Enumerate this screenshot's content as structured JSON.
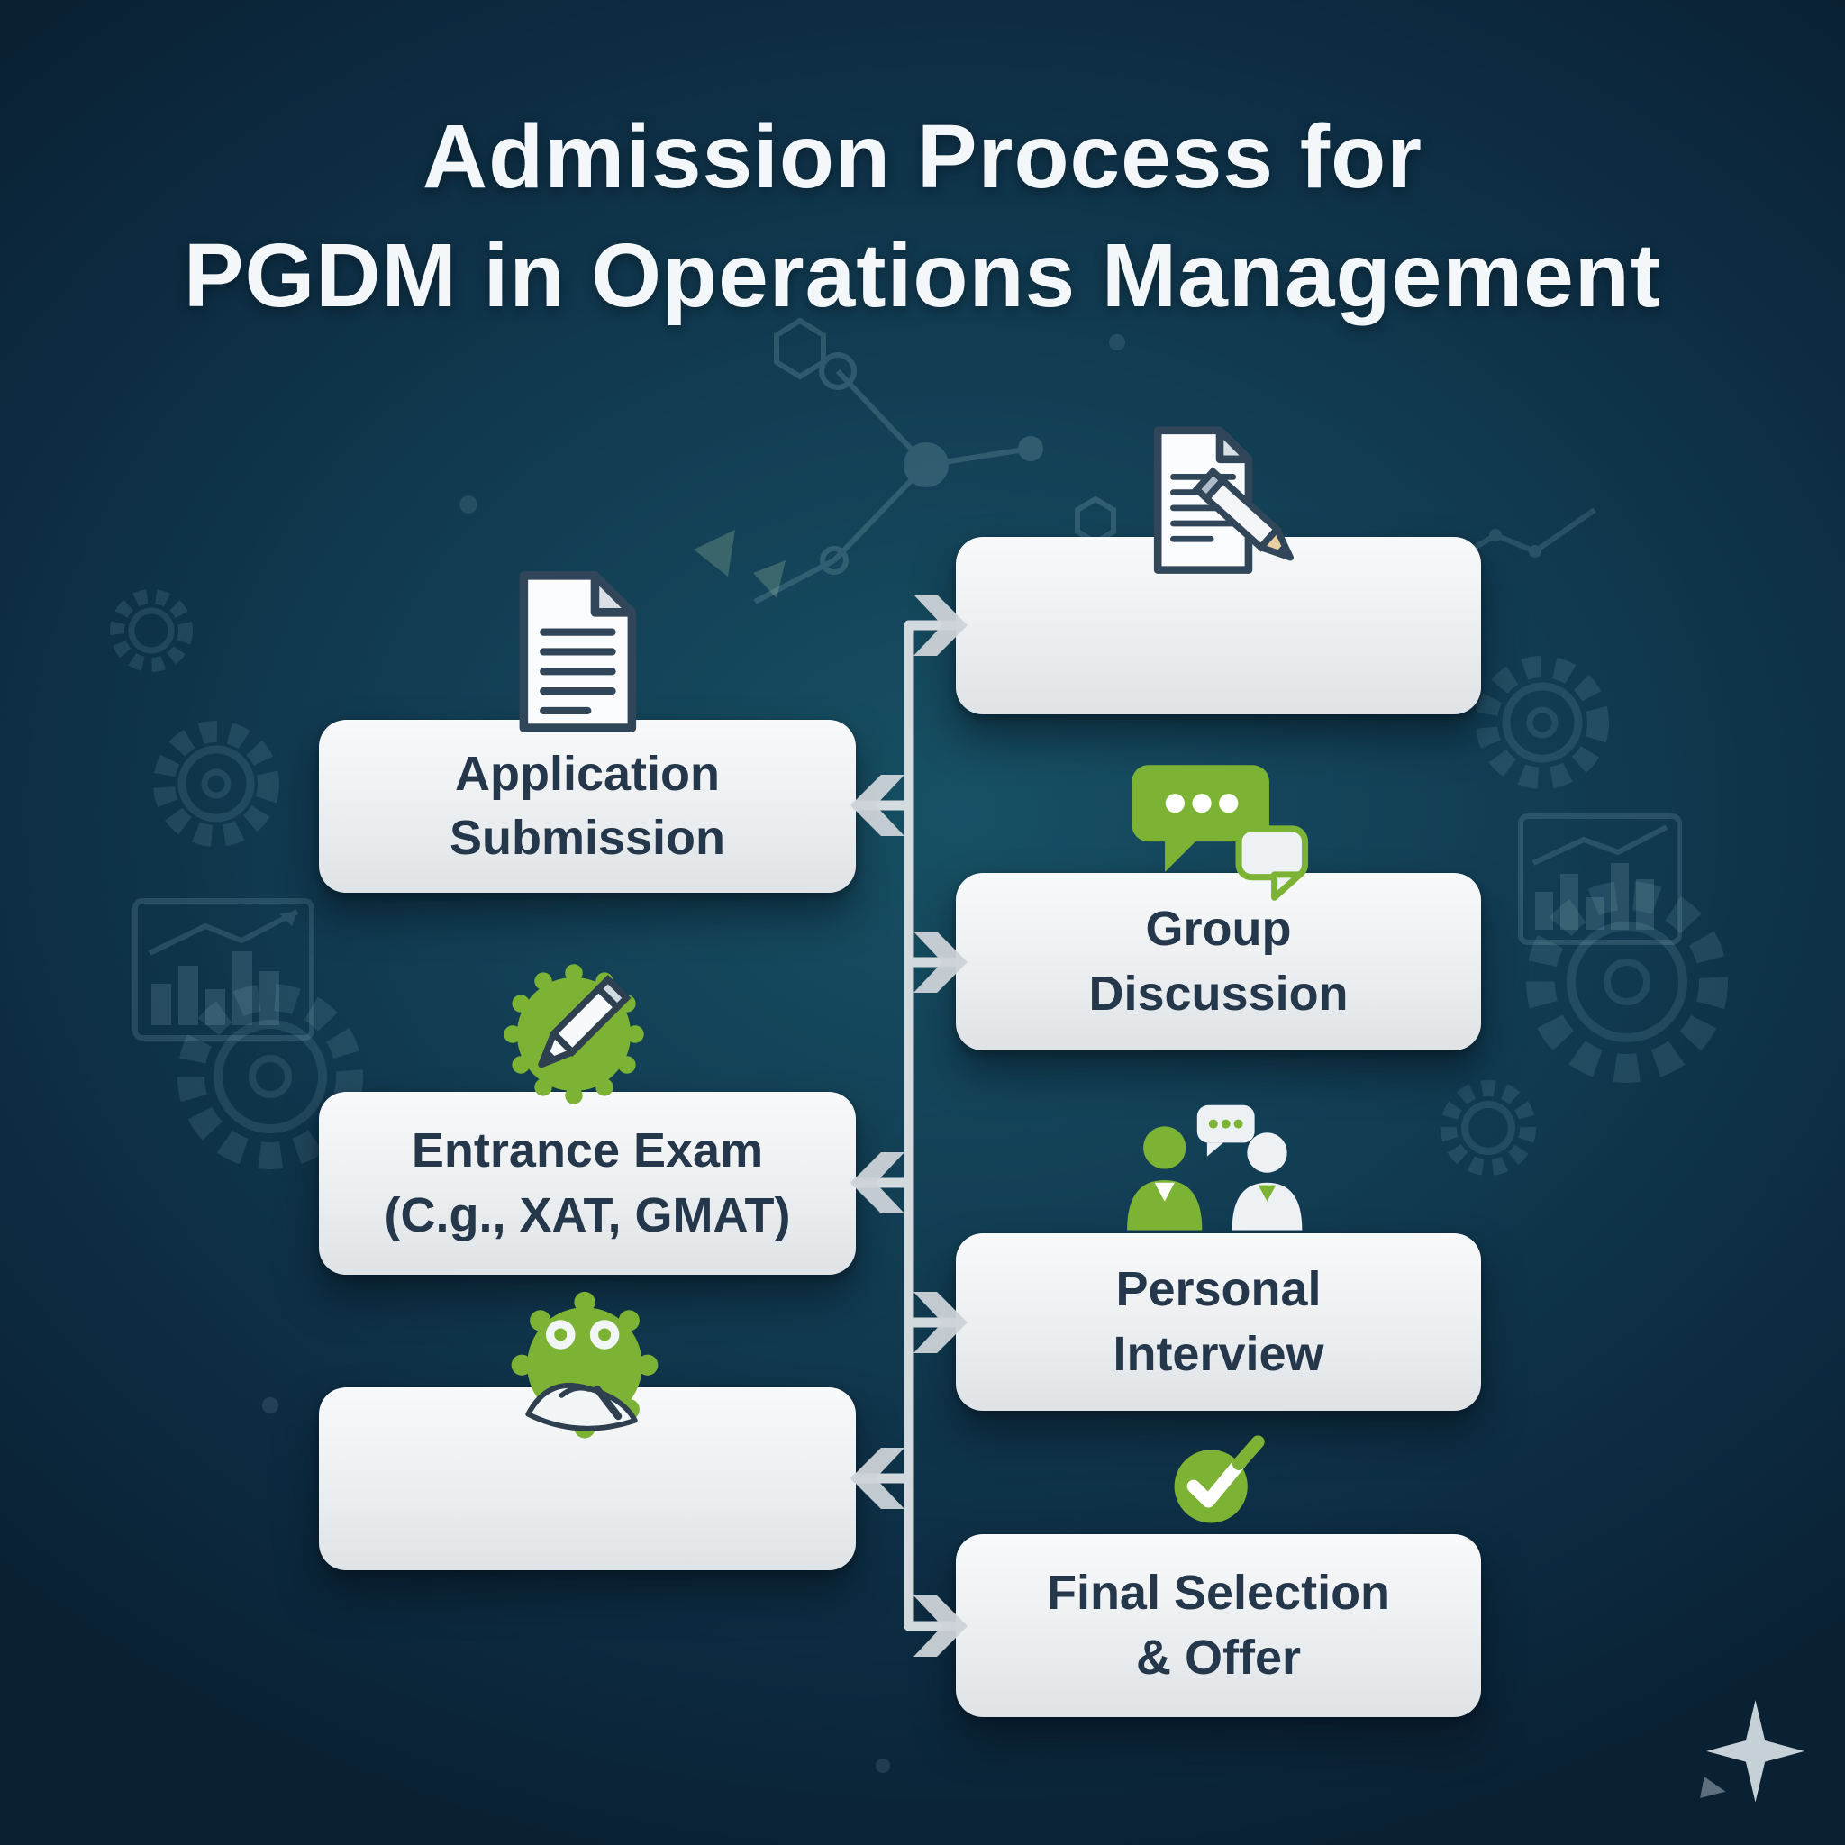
{
  "title": {
    "line1": "Admission Process for",
    "line2": "PGDM in Operations Management"
  },
  "boxes": [
    {
      "line1": "Application",
      "line2": "Submission",
      "icon": "document-icon"
    },
    {
      "line1": "",
      "line2": "",
      "icon": "document-pencil-icon"
    },
    {
      "line1": "Group",
      "line2": "Discussion",
      "icon": "speech-bubbles-icon"
    },
    {
      "line1": "Entrance Exam",
      "line2": "(C.g., XAT, GMAT)",
      "icon": "pencil-badge-icon"
    },
    {
      "line1": "Personal",
      "line2": "Interview",
      "icon": "people-discussion-icon"
    },
    {
      "line1": "",
      "line2": "",
      "icon": "writing-person-icon"
    },
    {
      "line1": "Final Selection",
      "line2": "& Offer",
      "icon": "check-circle-icon"
    }
  ],
  "colors": {
    "accent_green": "#7cb335",
    "background_dark": "#0a2134",
    "background_teal": "#175064",
    "box_fill": "#eceff1",
    "label_text": "#25374b",
    "title_text": "#f3f7fa",
    "connector": "#dee3e6"
  },
  "decorations": [
    "gear-icon",
    "bar-chart-icon",
    "trend-line-icon",
    "network-nodes-icon",
    "sparkle-icon"
  ]
}
